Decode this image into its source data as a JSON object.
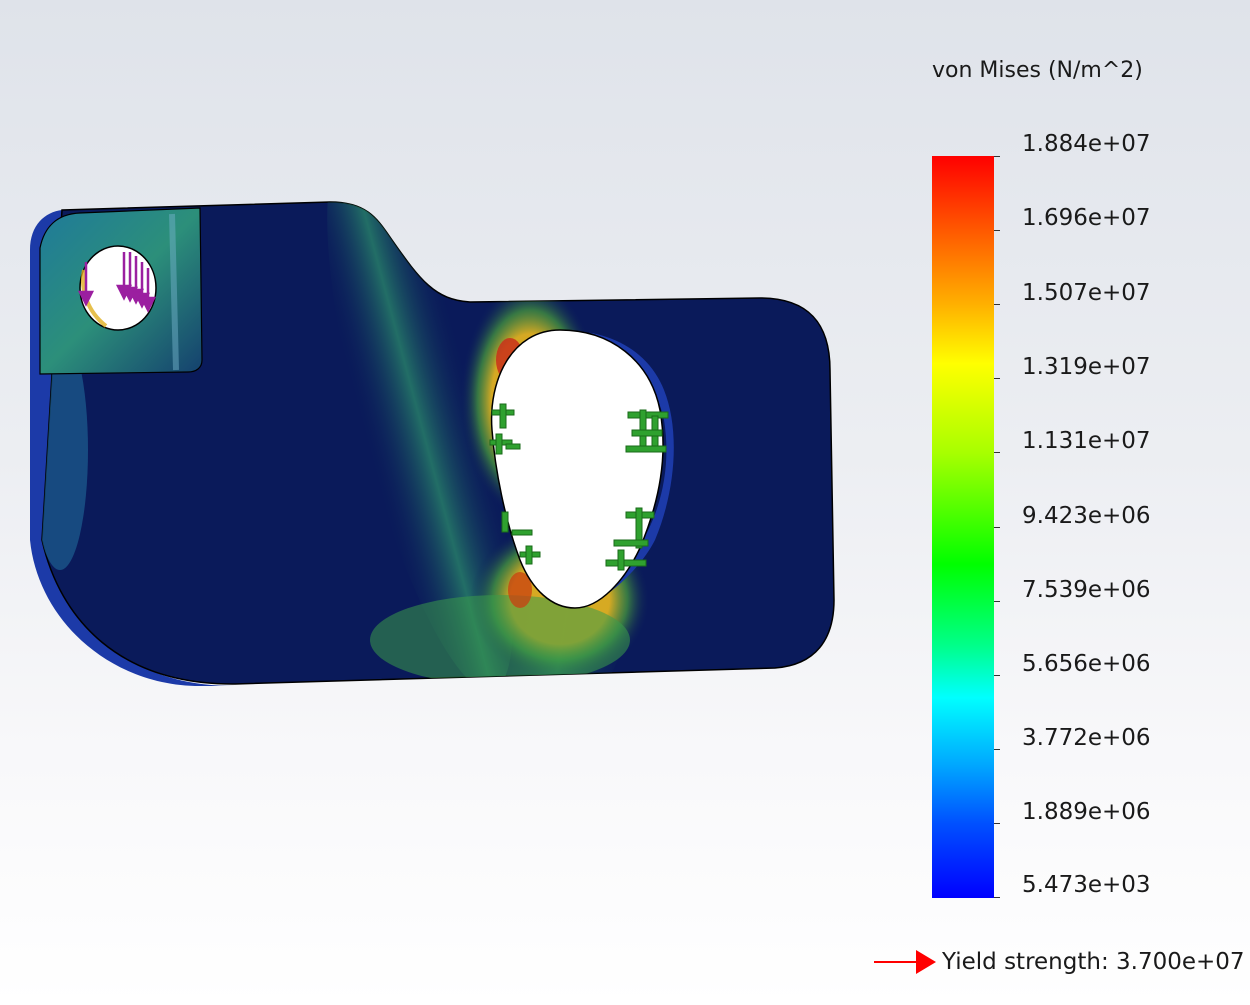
{
  "legend": {
    "title": "von Mises (N/m^2)",
    "ticks": [
      "1.884e+07",
      "1.696e+07",
      "1.507e+07",
      "1.319e+07",
      "1.131e+07",
      "9.423e+06",
      "7.539e+06",
      "5.656e+06",
      "3.772e+06",
      "1.889e+06",
      "5.473e+03"
    ],
    "max_value": 18840000,
    "min_value": 5473
  },
  "yield": {
    "label": "Yield strength: 3.700e+07"
  },
  "colors": {
    "part_base": "#0a1a5a",
    "stress_max": "#ff0000",
    "stress_min": "#0000ff",
    "load_arrows": "#9b1fa0",
    "fixture_symbols": "#2fa12f"
  },
  "icons": {
    "load": "force-arrow-icon",
    "fixture": "fixed-geometry-icon",
    "yield_marker": "arrow-right-icon"
  }
}
